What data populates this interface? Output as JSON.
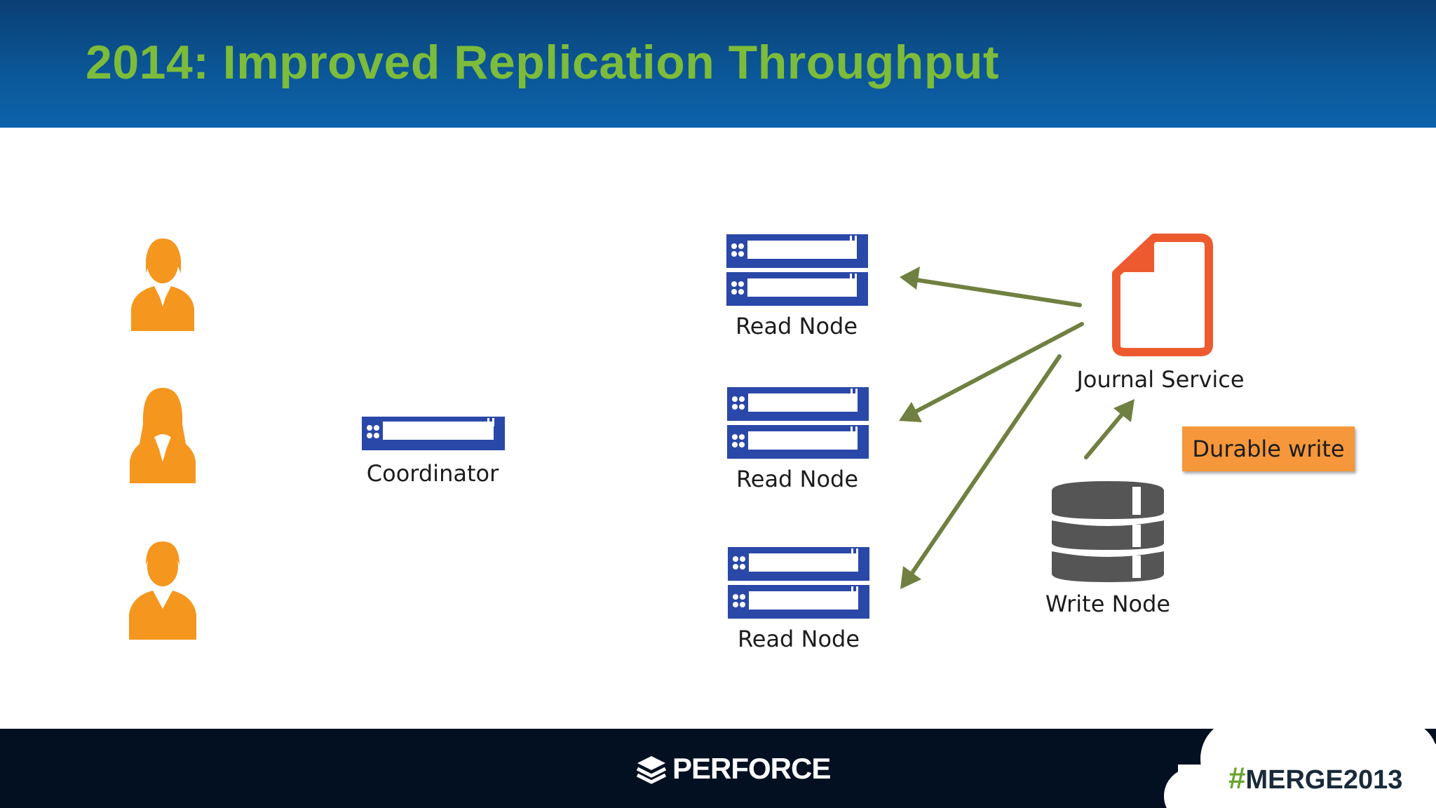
{
  "slide": {
    "title": "2014: Improved Replication Throughput"
  },
  "nodes": {
    "coordinator": "Coordinator",
    "read_node_1": "Read Node",
    "read_node_2": "Read Node",
    "read_node_3": "Read Node",
    "journal_service": "Journal Service",
    "write_node": "Write Node",
    "durable_write": "Durable write"
  },
  "footer": {
    "brand": "PERFORCE",
    "hashtag_symbol": "#",
    "hashtag_text": "MERGE2013"
  },
  "colors": {
    "header_blue": "#0b5696",
    "title_green": "#7cbc3a",
    "user_orange": "#f5961e",
    "server_blue": "#2a48a8",
    "journal_red": "#ee5a2f",
    "arrow_olive": "#6f8040",
    "db_gray": "#555555",
    "footer_navy": "#021022"
  },
  "icons": [
    "user-icon",
    "server-icon",
    "document-icon",
    "database-icon",
    "arrow-icon",
    "perforce-logo-icon",
    "cloud-icon"
  ]
}
